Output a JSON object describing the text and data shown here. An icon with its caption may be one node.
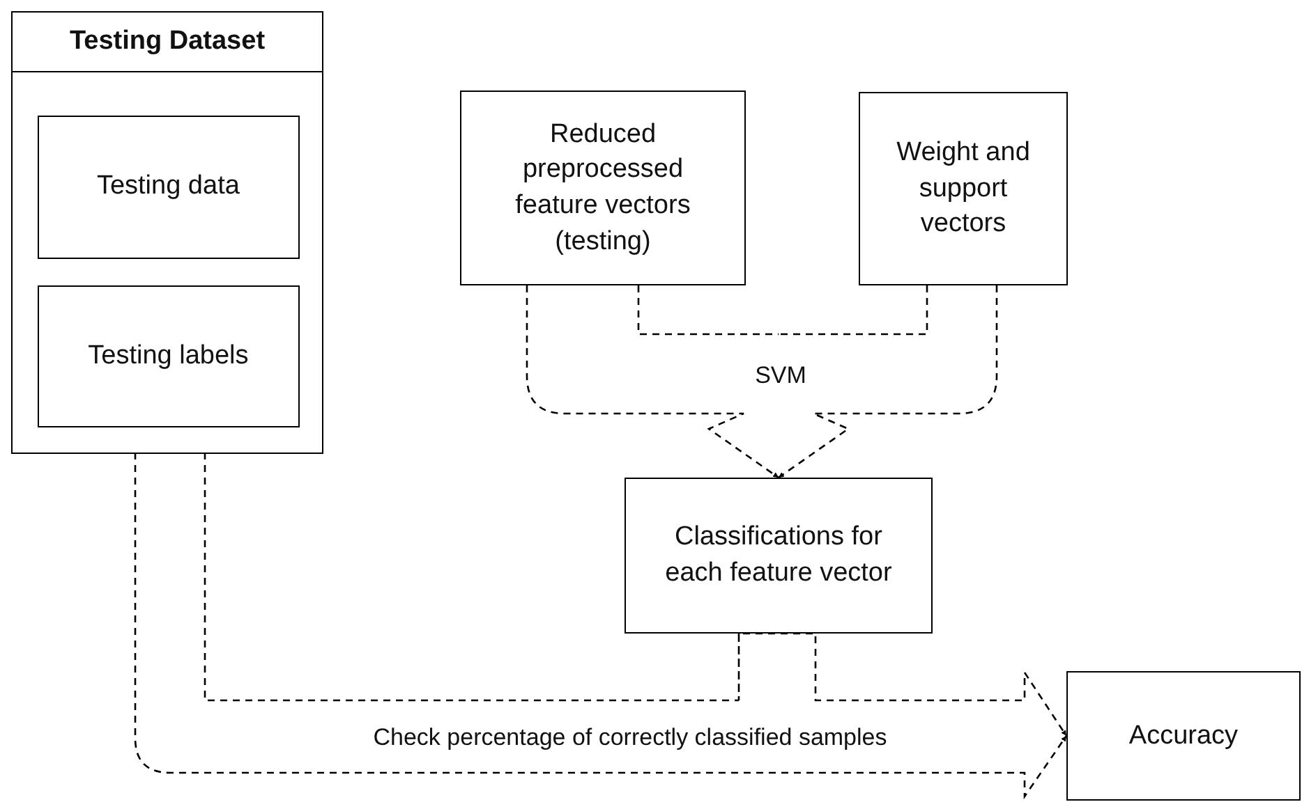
{
  "diagram": {
    "nodes": [
      {
        "text": [
          "Testing Dataset"
        ]
      },
      {
        "text": [
          "Testing data"
        ],
        "in": 0
      },
      {
        "text": [
          "Testing labels"
        ],
        "in": 0
      },
      {
        "text": [
          "Reduced preprocessed feature vectors (testing)"
        ]
      },
      {
        "text": [
          "Weight and support vectors"
        ]
      },
      {
        "text": [
          "Classifications for each feature vector"
        ]
      },
      {
        "text": [
          "Accuracy"
        ]
      }
    ],
    "edges": [
      {
        "from": 3,
        "to": 5,
        "arrow": "to",
        "style": "dashed",
        "label": "SVM"
      },
      {
        "from": 4,
        "to": 5,
        "arrow": "to",
        "style": "dashed"
      },
      {
        "from": 2,
        "to": 6,
        "arrow": "to",
        "style": "dashed",
        "label": "Check percentage of correctly classified samples"
      },
      {
        "from": 5,
        "to": 6,
        "arrow": "to",
        "style": "dashed"
      }
    ]
  }
}
